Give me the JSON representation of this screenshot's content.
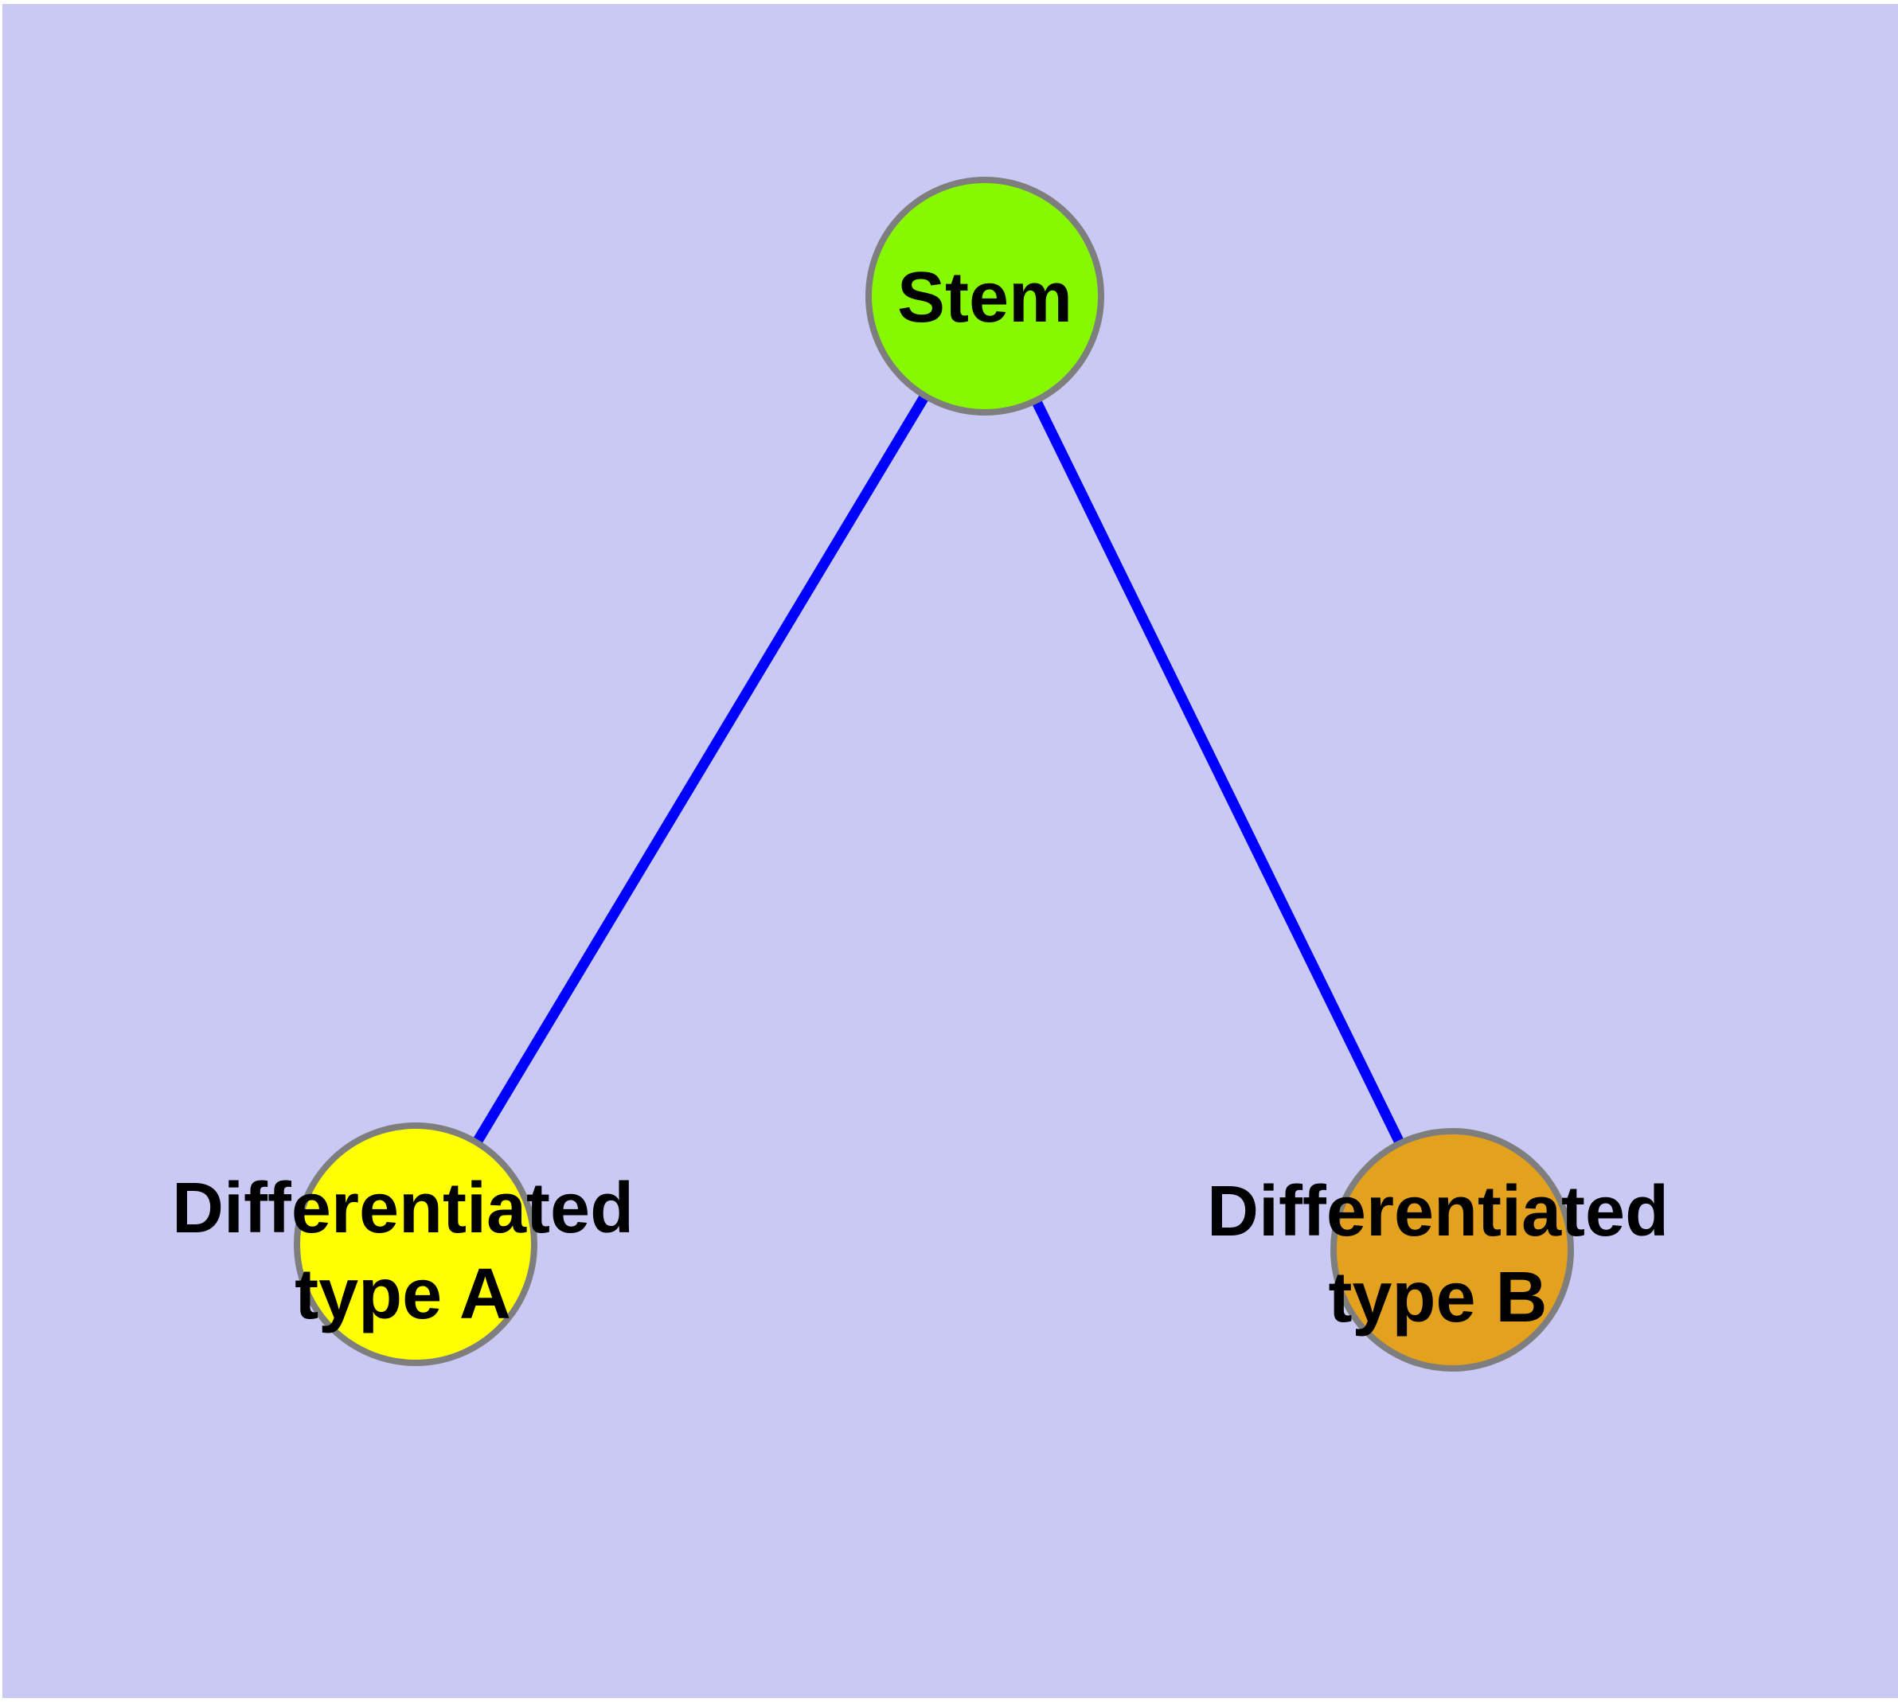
{
  "diagram": {
    "type": "node-link-graph",
    "description_visible_text_only": "Stem cell differentiation diagram with one parent node and two child nodes",
    "nodes": {
      "stem": {
        "id": "stem",
        "label": "Stem",
        "fill": "#86F800",
        "shape": "circle"
      },
      "type_a": {
        "id": "type_a",
        "label": "Differentiated\ntype A",
        "fill": "#FFFF00",
        "shape": "circle"
      },
      "type_b": {
        "id": "type_b",
        "label": "Differentiated\ntype B",
        "fill": "#E4A11E",
        "shape": "circle"
      }
    },
    "edges": {
      "color": "#0000FF",
      "connections": [
        {
          "from": "stem",
          "to": "type_a"
        },
        {
          "from": "stem",
          "to": "type_b"
        }
      ]
    },
    "colors": {
      "background": "#C9C9F3",
      "page_margin": "#FFFFFF",
      "node_border": "#7E7E7E",
      "label_text": "#000000"
    }
  }
}
